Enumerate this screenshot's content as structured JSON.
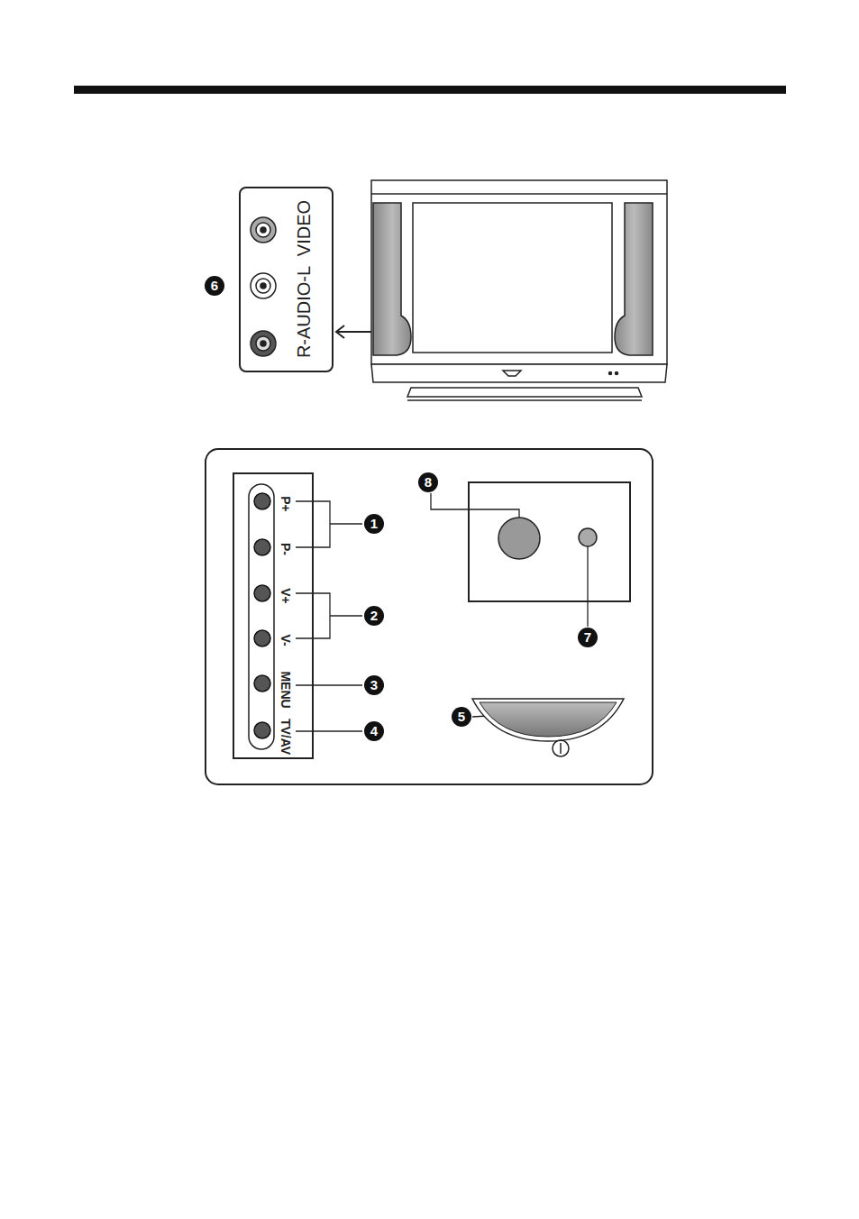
{
  "diagram": {
    "nodes": [
      {
        "text": [
          "R-AUDIO-L",
          "VIDEO"
        ]
      },
      {
        "text": [
          "P+",
          "P-",
          "V+",
          "V-",
          "MENU",
          "TV/AV"
        ]
      }
    ],
    "labels": [
      "6",
      "1",
      "2",
      "3",
      "4",
      "5",
      "7",
      "8"
    ]
  }
}
